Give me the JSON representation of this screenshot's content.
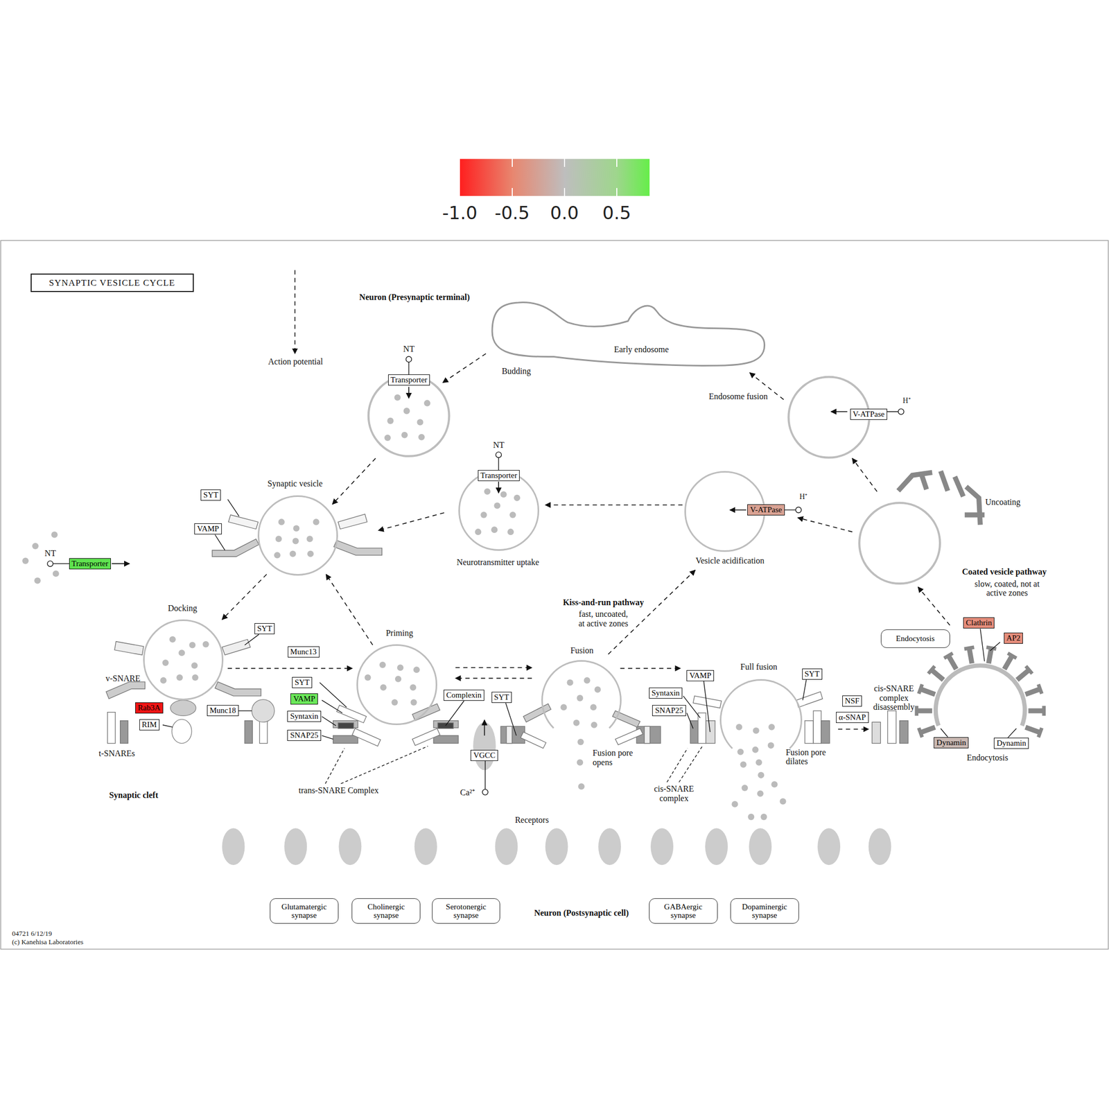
{
  "diagram": {
    "title": "SYNAPTIC VESICLE CYCLE",
    "nodes": [
      {
        "text": [
          "Transporter"
        ]
      },
      {
        "text": [
          "V-ATPase"
        ]
      },
      {
        "text": [
          "SYT"
        ]
      },
      {
        "text": [
          "VAMP"
        ]
      },
      {
        "text": [
          "Transporter"
        ]
      },
      {
        "text": [
          "V-ATPase"
        ]
      },
      {
        "text": [
          "Transporter"
        ]
      },
      {
        "text": [
          "SYT"
        ]
      },
      {
        "text": [
          "Munc13"
        ]
      },
      {
        "text": [
          "Clathrin"
        ]
      },
      {
        "text": [
          "AP2"
        ]
      },
      {
        "text": [
          "Endocytosis"
        ]
      },
      {
        "text": [
          "Rab3A"
        ]
      },
      {
        "text": [
          "SYT"
        ]
      },
      {
        "text": [
          "VAMP"
        ]
      },
      {
        "text": [
          "Munc18"
        ]
      },
      {
        "text": [
          "Syntaxin"
        ]
      },
      {
        "text": [
          "RIM"
        ]
      },
      {
        "text": [
          "SNAP25"
        ]
      },
      {
        "text": [
          "Complexin"
        ]
      },
      {
        "text": [
          "SYT"
        ]
      },
      {
        "text": [
          "VGCC"
        ]
      },
      {
        "text": [
          "VAMP"
        ]
      },
      {
        "text": [
          "Syntaxin"
        ]
      },
      {
        "text": [
          "SNAP25"
        ]
      },
      {
        "text": [
          "SYT"
        ]
      },
      {
        "text": [
          "NSF"
        ]
      },
      {
        "text": [
          "α-SNAP"
        ]
      },
      {
        "text": [
          "Dynamin"
        ]
      },
      {
        "text": [
          "Dynamin"
        ]
      },
      {
        "text": [
          "Glutamatergic synapse"
        ]
      },
      {
        "text": [
          "Cholinergic synapse"
        ]
      },
      {
        "text": [
          "Serotonergic synapse"
        ]
      },
      {
        "text": [
          "GABAergic synapse"
        ]
      },
      {
        "text": [
          "Dopaminergic synapse"
        ]
      },
      {
        "text": [
          "Synaptic vesicle"
        ]
      },
      {
        "text": [
          "Docking"
        ]
      },
      {
        "text": [
          "Priming"
        ]
      },
      {
        "text": [
          "Fusion"
        ]
      },
      {
        "text": [
          "Full fusion"
        ]
      },
      {
        "text": [
          "Neurotransmitter uptake"
        ]
      },
      {
        "text": [
          "Vesicle acidification"
        ]
      },
      {
        "text": [
          "Early endosome"
        ]
      }
    ],
    "edges": [
      {
        "from": 35,
        "to": 36,
        "arrow": "to"
      },
      {
        "from": 36,
        "to": 37,
        "arrow": "to"
      },
      {
        "from": 37,
        "to": 35,
        "arrow": "to"
      },
      {
        "from": 37,
        "to": 38,
        "arrow": "to"
      },
      {
        "from": 38,
        "to": 37,
        "arrow": "to"
      },
      {
        "from": 38,
        "to": 39,
        "arrow": "to"
      },
      {
        "from": 38,
        "to": 41,
        "arrow": "to"
      },
      {
        "from": 41,
        "to": 40,
        "arrow": "to"
      },
      {
        "from": 40,
        "to": 35,
        "arrow": "to"
      }
    ],
    "labels": [
      "Neuron (Presynaptic terminal)",
      "Action potential",
      "NT",
      "Budding",
      "Endosome fusion",
      "H⁺",
      "NT",
      "H⁺",
      "Uncoating",
      "NT",
      "Coated vesicle pathway",
      "slow, coated, not at active zones",
      "Kiss-and-run pathway",
      "fast, uncoated, at active zones",
      "v-SNARE",
      "t-SNAREs",
      "trans-SNARE Complex",
      "Synaptic cleft",
      "Ca²⁺",
      "Fusion pore opens",
      "cis-SNARE complex",
      "Fusion pore dilates",
      "cis-SNARE complex disassembly",
      "Endocytosis",
      "Receptors",
      "Neuron (Postsynaptic cell)",
      "04721 6/12/19",
      "(c) Kanehisa Laboratories"
    ],
    "legend": [
      {
        "text": "-1.0",
        "color": "#ff1f1f"
      },
      {
        "text": "-0.5",
        "color": "#e8866f"
      },
      {
        "text": "0.0",
        "color": "#bebebe"
      },
      {
        "text": "0.5",
        "color": "#9ed68c"
      }
    ]
  }
}
